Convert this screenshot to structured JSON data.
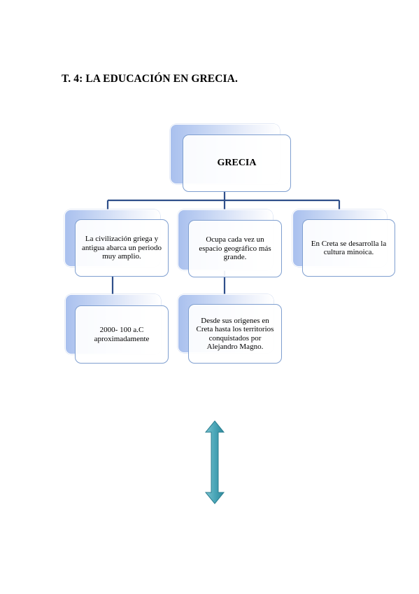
{
  "title": "T. 4: LA EDUCACIÓN EN GRECIA.",
  "diagram": {
    "root": "GRECIA",
    "level1": [
      "La civilización griega y antigua abarca un periodo muy amplio.",
      "Ocupa cada vez un espacio geográfico más grande.",
      "En Creta se desarrolla la cultura minoica."
    ],
    "level2": [
      "2000- 100 a.C aproximadamente",
      "Desde sus origenes en Creta hasta los territorios conquistados por Alejandro Magno."
    ]
  },
  "colors": {
    "box_border": "#7f9fd0",
    "box_fill_gradient_start": "#a9c0ee",
    "connector": "#2f4f8a",
    "arrow_fill": "#4aa6b8"
  },
  "icons": [
    "up-down-arrow-icon"
  ]
}
